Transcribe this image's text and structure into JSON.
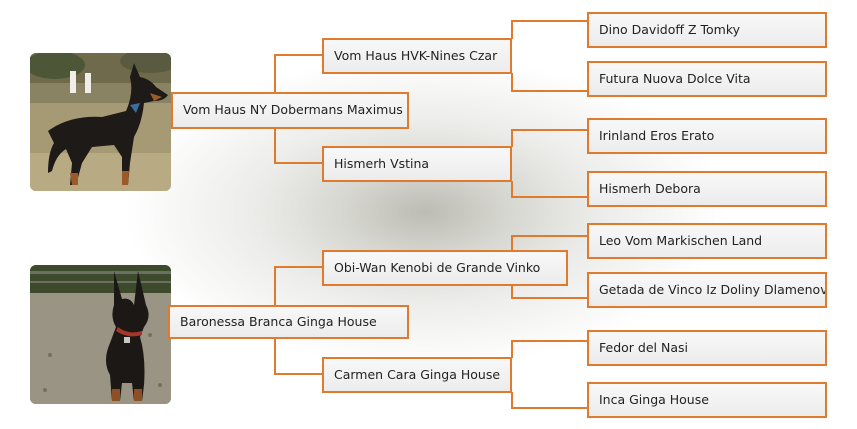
{
  "pedigree": {
    "subjects": [
      {
        "name": "Vom Haus NY Dobermans Maximus",
        "photo_icon": "doberman-photo-icon",
        "sire": {
          "name": "Vom Haus HVK-Nines Czar",
          "sire": "Dino Davidoff Z Tomky",
          "dam": "Futura Nuova Dolce Vita"
        },
        "dam": {
          "name": "Hismerh Vstina",
          "sire": "Irinland Eros Erato",
          "dam": "Hismerh Debora"
        }
      },
      {
        "name": "Baronessa Branca Ginga House",
        "photo_icon": "doberman-photo-icon",
        "sire": {
          "name": "Obi-Wan Kenobi de Grande Vinko",
          "sire": "Leo Vom Markischen Land",
          "dam": "Getada de Vinco Iz Doliny Dlamenov"
        },
        "dam": {
          "name": "Carmen Cara Ginga House",
          "sire": "Fedor del Nasi",
          "dam": "Inca Ginga House"
        }
      }
    ],
    "colors": {
      "border": "#e07a2f",
      "connector": "#e07a2f",
      "box_fill": "#eeeeee",
      "text": "#222222"
    }
  }
}
